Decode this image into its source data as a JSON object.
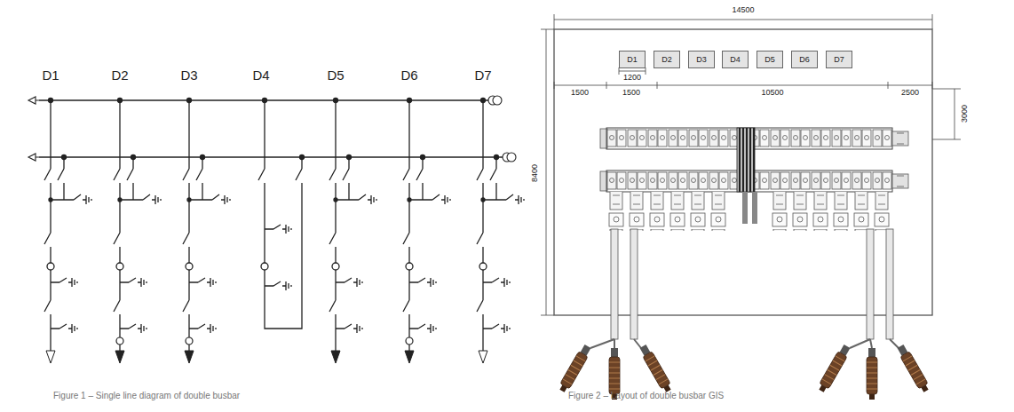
{
  "diagram": {
    "nodes": [
      {
        "text": [
          "D1"
        ]
      },
      {
        "text": [
          "D2"
        ]
      },
      {
        "text": [
          "D3"
        ]
      },
      {
        "text": [
          "D4"
        ]
      },
      {
        "text": [
          "D5"
        ]
      },
      {
        "text": [
          "D6"
        ]
      },
      {
        "text": [
          "D7"
        ]
      }
    ],
    "labels": [
      "D1",
      "D2",
      "D3",
      "D4",
      "D5",
      "D6",
      "D7",
      "Figure 1 – Single line diagram of double busbar",
      "14500",
      "8400",
      "1200",
      "1500",
      "1500",
      "10500",
      "2500",
      "3000",
      "Figure 2 – Layout of double busbar GIS"
    ]
  }
}
